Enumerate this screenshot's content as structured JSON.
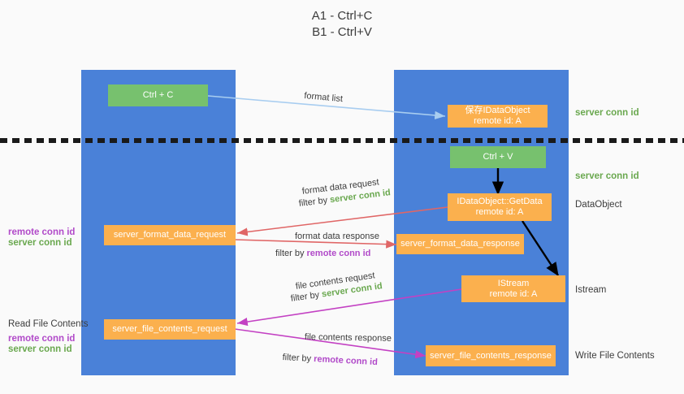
{
  "title": {
    "line1": "A1 - Ctrl+C",
    "line2": "B1 - Ctrl+V"
  },
  "columns": [
    {
      "name": "A1",
      "role": "remote"
    },
    {
      "name": "B1",
      "role": "connection"
    }
  ],
  "nodes": {
    "ctrl_c": "Ctrl + C",
    "ctrl_v": "Ctrl + V",
    "save_dataobject_l1": "保存IDataObject",
    "save_dataobject_l2": "remote id: A",
    "getdata_l1": "IDataObject::GetData",
    "getdata_l2": "remote id: A",
    "istream_l1": "IStream",
    "istream_l2": "remote id: A",
    "server_format_data_request": "server_format_data_request",
    "server_format_data_response": "server_format_data_response",
    "server_file_contents_request": "server_file_contents_request",
    "server_file_contents_response": "server_file_contents_response"
  },
  "right_labels": {
    "server_conn_id_top": "server conn id",
    "server_conn_id_mid": "server conn id",
    "dataobject": "DataObject",
    "istream": "Istream",
    "write_file_contents": "Write File Contents"
  },
  "left_labels": {
    "remote_conn_id_1": "remote conn id",
    "server_conn_id_1": "server conn id",
    "read_file_contents": "Read File Contents",
    "remote_conn_id_2": "remote conn id",
    "server_conn_id_2": "server conn id"
  },
  "edges": {
    "format_list": "format list",
    "format_data_request": "format data request",
    "filter_by": "filter by ",
    "server_conn_id": "server conn id",
    "remote_conn_id": "remote conn id",
    "format_data_response": "format data response",
    "file_contents_request": "file contents request",
    "file_contents_response": "file contents response"
  },
  "colors": {
    "lane_blue": "#4a81d8",
    "node_green": "#77c16e",
    "node_orange": "#fbb04e",
    "text_green": "#6aa84f",
    "text_purple": "#b14ac9",
    "arrow_lightblue": "#a8cdf0",
    "arrow_red": "#e06666",
    "arrow_magenta": "#c341c3",
    "arrow_black": "#000000",
    "background": "#fafafa"
  }
}
